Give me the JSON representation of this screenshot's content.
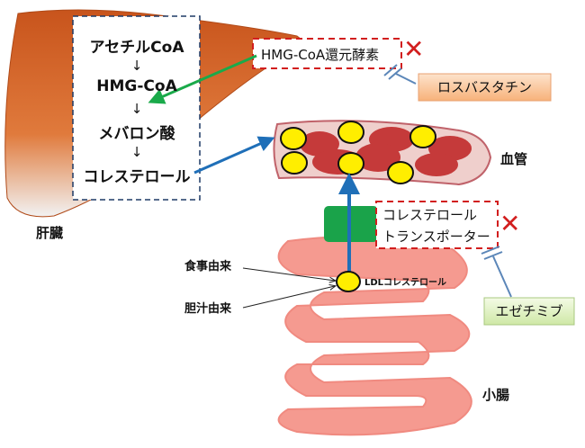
{
  "liver": {
    "label": "肝臓",
    "pathway": [
      "アセチルCoA",
      "HMG-CoA",
      "メバロン酸",
      "コレステロール"
    ],
    "arrow_glyph": "↓"
  },
  "enzyme": {
    "label": "HMG-CoA還元酵素",
    "blocked_mark": "✕"
  },
  "drug1": {
    "label": "ロスバスタチン"
  },
  "vessel": {
    "label": "血管"
  },
  "transporter": {
    "line1": "コレステロール",
    "line2": "トランスポーター",
    "blocked_mark": "✕"
  },
  "drug2": {
    "label": "エゼチミブ"
  },
  "intestine": {
    "label": "小腸",
    "ldl_label": "LDLコレステロール"
  },
  "sources": {
    "dietary": "食事由来",
    "biliary": "胆汁由来"
  },
  "colors": {
    "liver": "#d9692f",
    "intestine": "#f59a90",
    "ldl": "#ffee00",
    "arrow_blue": "#1f6fb8",
    "arrow_green": "#1aaa4a",
    "block_red": "#d21e1e",
    "transporter": "#1aa34a"
  }
}
